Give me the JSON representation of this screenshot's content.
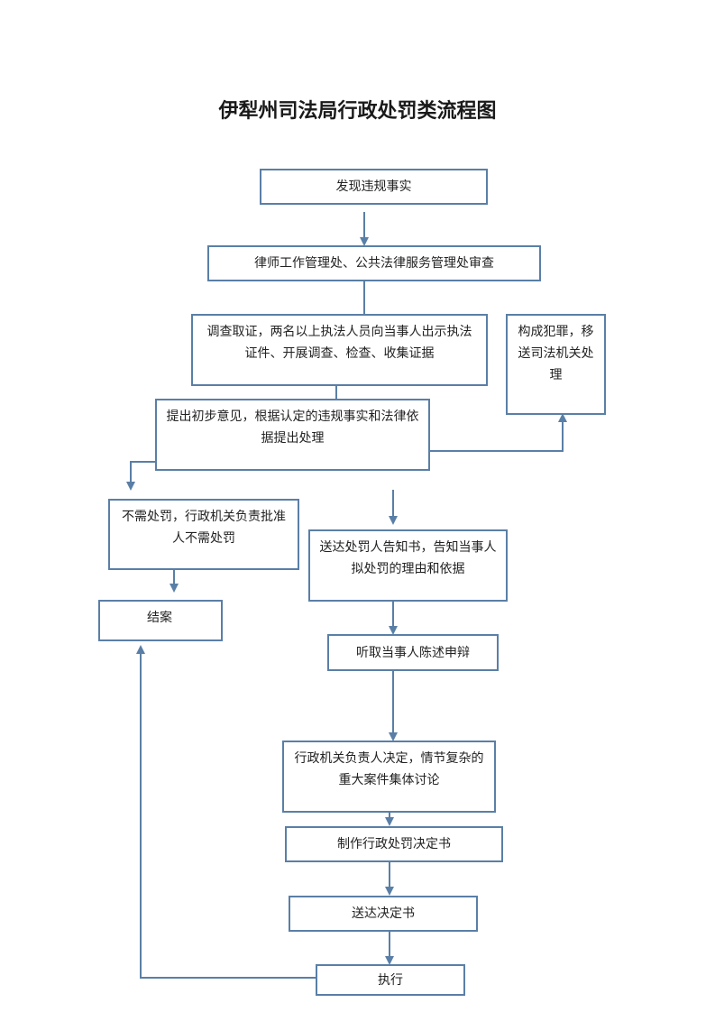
{
  "title": "伊犁州司法局行政处罚类流程图",
  "colors": {
    "line": "#5a7fa6",
    "text": "#222222"
  },
  "nodes": {
    "discover": "发现违规事实",
    "review": "律师工作管理处、公共法律服务管理处审查",
    "investigate": "调查取证，两名以上执法人员向当事人出示执法证件、开展调查、检查、收集证据",
    "crime": "构成犯罪，移送司法机关处理",
    "opinion": "提出初步意见，根据认定的违规事实和法律依据提出处理",
    "no_penalty": "不需处罚，行政机关负责批准人不需处罚",
    "close_case": "结案",
    "notify": "送达处罚人告知书，告知当事人拟处罚的理由和依据",
    "hearing": "听取当事人陈述申辩",
    "decide": "行政机关负责人决定，情节复杂的重大案件集体讨论",
    "make_decision": "制作行政处罚决定书",
    "deliver": "送达决定书",
    "execute": "执行"
  }
}
